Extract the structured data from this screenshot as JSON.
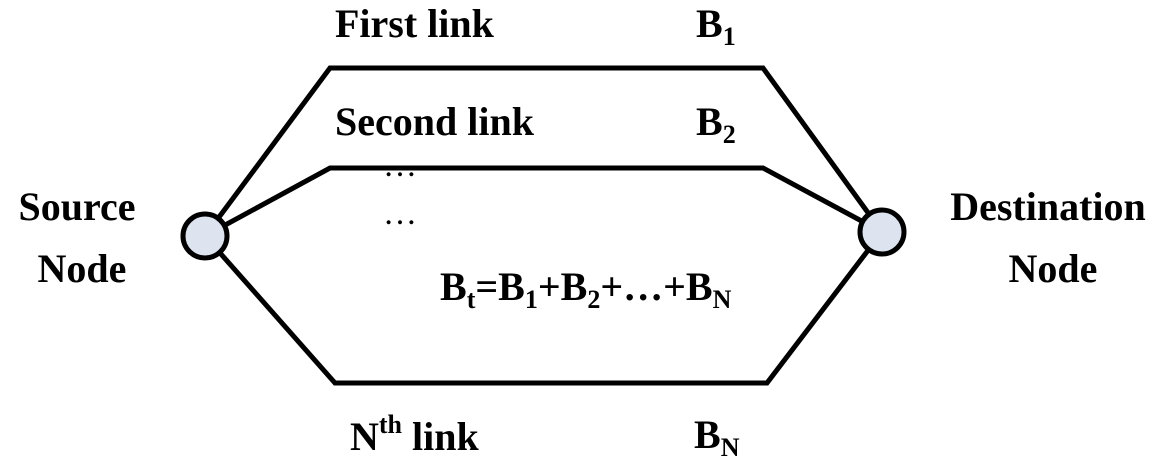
{
  "source_node": {
    "line1": "Source",
    "line2": "Node"
  },
  "destination_node": {
    "line1": "Destination",
    "line2": "Node"
  },
  "links": [
    {
      "name": "First link",
      "bw_base": "B",
      "bw_sub": "1"
    },
    {
      "name": "Second link",
      "bw_base": "B",
      "bw_sub": "2"
    },
    {
      "name_base": "N",
      "name_sup": "th",
      "name_rest": " link",
      "bw_base": "B",
      "bw_sub": "N"
    }
  ],
  "ellipsis": "…",
  "total_equation": {
    "t_base": "B",
    "t_sub": "t",
    "eq": "=",
    "b1_base": "B",
    "b1_sub": "1",
    "plus1": "+",
    "b2_base": "B",
    "b2_sub": "2",
    "plus2": "+…+",
    "bn_base": "B",
    "bn_sub": "N"
  },
  "colors": {
    "node_fill": "#dde4ef",
    "stroke": "#000000"
  }
}
